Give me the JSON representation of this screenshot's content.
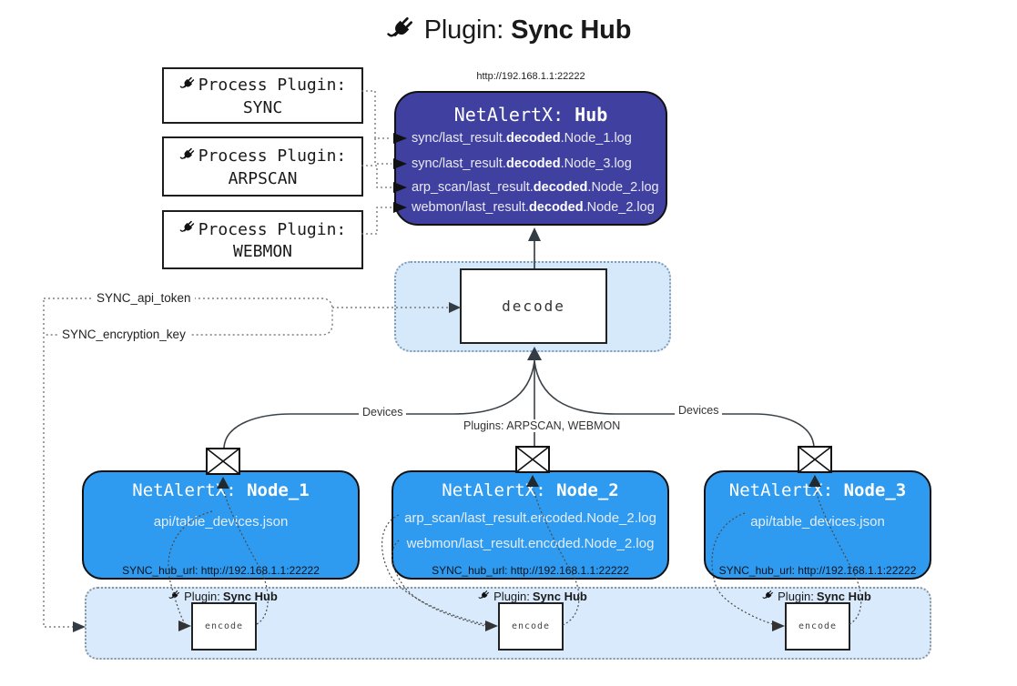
{
  "title": {
    "prefix": "Plugin:",
    "name": "Sync Hub"
  },
  "colors": {
    "hub_fill": "#4040a0",
    "node_fill": "#2e9bf0",
    "container_fill": "#d8eafb",
    "line": "#3b4248"
  },
  "process_plugins": [
    {
      "label": "Process Plugin:",
      "name": "SYNC"
    },
    {
      "label": "Process Plugin:",
      "name": "ARPSCAN"
    },
    {
      "label": "Process Plugin:",
      "name": "WEBMON"
    }
  ],
  "hub": {
    "url": "http://192.168.1.1:22222",
    "title_prefix": "NetAlertX:",
    "title_name": "Hub",
    "logs": [
      {
        "pre": "sync/last_result.",
        "bold": "decoded",
        "post": ".Node_1.log"
      },
      {
        "pre": "sync/last_result.",
        "bold": "decoded",
        "post": ".Node_3.log"
      },
      {
        "pre": "arp_scan/last_result.",
        "bold": "decoded",
        "post": ".Node_2.log"
      },
      {
        "pre": "webmon/last_result.",
        "bold": "decoded",
        "post": ".Node_2.log"
      }
    ]
  },
  "decode": {
    "label": "decode"
  },
  "tokens": {
    "api_token": "SYNC_api_token",
    "encryption_key": "SYNC_encryption_key"
  },
  "edges": {
    "devices_left": "Devices",
    "plugins_middle": "Plugins: ARPSCAN, WEBMON",
    "devices_right": "Devices"
  },
  "nodes": [
    {
      "title_prefix": "NetAlertX:",
      "title_name": "Node_1",
      "files": [
        "api/table_devices.json"
      ],
      "hub_url": "SYNC_hub_url: http://192.168.1.1:22222"
    },
    {
      "title_prefix": "NetAlertX:",
      "title_name": "Node_2",
      "files": [
        "arp_scan/last_result.encoded.Node_2.log",
        "webmon/last_result.encoded.Node_2.log"
      ],
      "hub_url": "SYNC_hub_url: http://192.168.1.1:22222"
    },
    {
      "title_prefix": "NetAlertX:",
      "title_name": "Node_3",
      "files": [
        "api/table_devices.json"
      ],
      "hub_url": "SYNC_hub_url: http://192.168.1.1:22222"
    }
  ],
  "band": {
    "plugin_prefix": "Plugin:",
    "plugin_name": "Sync Hub",
    "encode_label": "encode"
  }
}
